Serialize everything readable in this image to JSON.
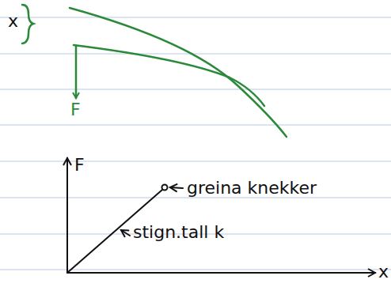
{
  "diagram": {
    "labels": [
      "x",
      "F",
      "F",
      "greina knekker",
      "stign.tall k",
      "x"
    ]
  }
}
